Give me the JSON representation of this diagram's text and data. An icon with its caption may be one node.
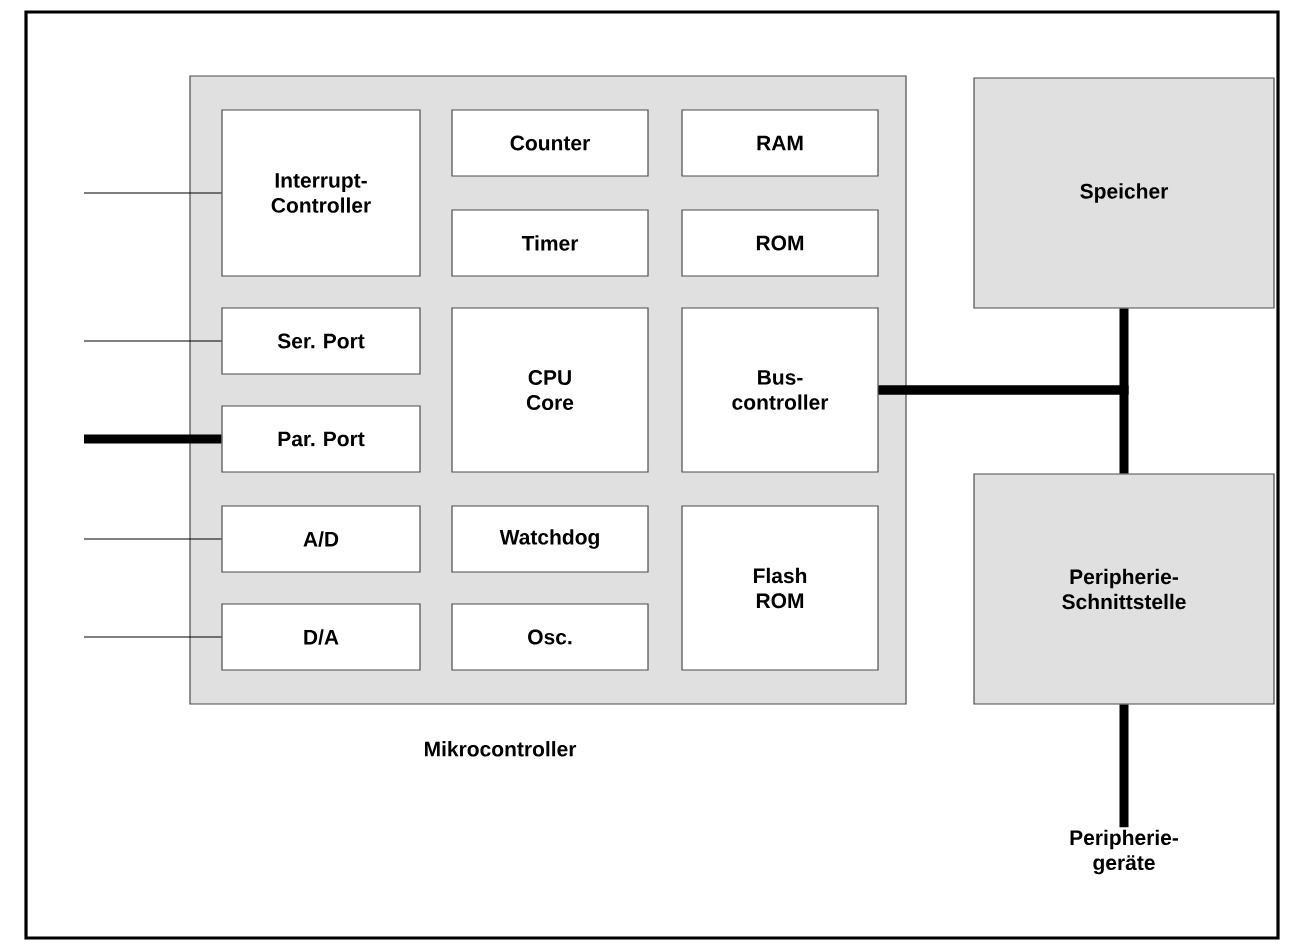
{
  "diagram": {
    "nodes": [
      {
        "text": [
          "Mikrocontroller"
        ]
      },
      {
        "text": [
          "Interrupt-Controller"
        ],
        "in": 0
      },
      {
        "text": [
          "Counter"
        ],
        "in": 0
      },
      {
        "text": [
          "RAM"
        ],
        "in": 0
      },
      {
        "text": [
          "Timer"
        ],
        "in": 0
      },
      {
        "text": [
          "ROM"
        ],
        "in": 0
      },
      {
        "text": [
          "Ser. Port"
        ],
        "in": 0
      },
      {
        "text": [
          "CPU Core"
        ],
        "in": 0
      },
      {
        "text": [
          "Bus-controller"
        ],
        "in": 0
      },
      {
        "text": [
          "Par. Port"
        ],
        "in": 0
      },
      {
        "text": [
          "A/D"
        ],
        "in": 0
      },
      {
        "text": [
          "Watchdog"
        ],
        "in": 0
      },
      {
        "text": [
          "Flash ROM"
        ],
        "in": 0
      },
      {
        "text": [
          "D/A"
        ],
        "in": 0
      },
      {
        "text": [
          "Osc."
        ],
        "in": 0
      },
      {
        "text": [
          "Speicher"
        ]
      },
      {
        "text": [
          "Peripherie-Schnittstelle"
        ]
      },
      {
        "text": [
          "Peripherie-geräte"
        ]
      }
    ],
    "edges": [
      {
        "from": null,
        "to": 1,
        "arrow": "none"
      },
      {
        "from": null,
        "to": 6,
        "arrow": "none"
      },
      {
        "from": null,
        "to": 9,
        "arrow": "none",
        "style": "thick"
      },
      {
        "from": null,
        "to": 10,
        "arrow": "none"
      },
      {
        "from": null,
        "to": 13,
        "arrow": "none"
      },
      {
        "from": 8,
        "to": 15,
        "arrow": "none",
        "style": "thick"
      },
      {
        "from": 8,
        "to": 16,
        "arrow": "none",
        "style": "thick"
      },
      {
        "from": 16,
        "to": 17,
        "arrow": "none",
        "style": "thick"
      }
    ]
  }
}
